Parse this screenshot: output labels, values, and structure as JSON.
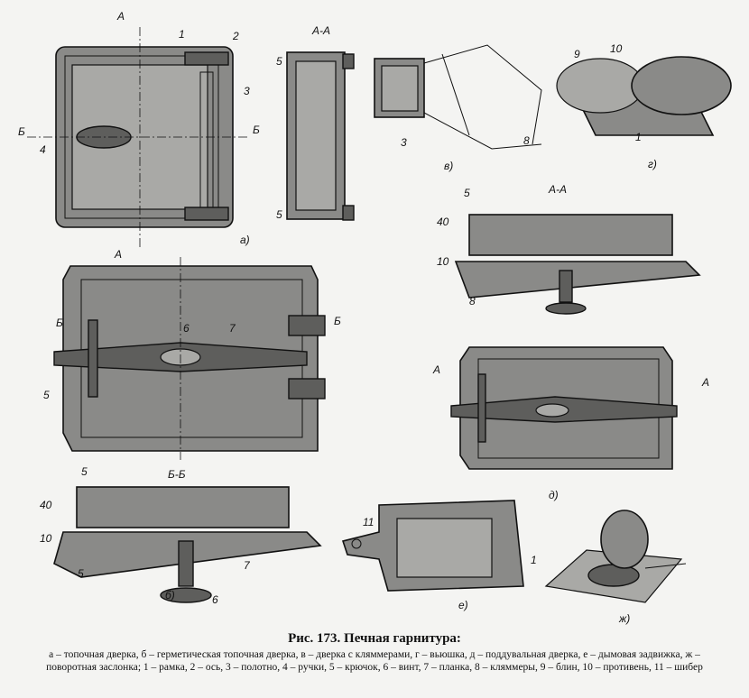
{
  "figure": {
    "views": {
      "a": "а)",
      "b": "б)",
      "v": "в)",
      "g": "г)",
      "d": "д)",
      "e": "е)",
      "zh": "ж)"
    },
    "sections": {
      "aa_top": "А-А",
      "aa_right": "А-А",
      "bb": "Б-Б"
    },
    "cut_marks": {
      "A": "А",
      "B": "Б"
    },
    "numbers": {
      "n1": "1",
      "n2": "2",
      "n3": "3",
      "n4": "4",
      "n5": "5",
      "n6": "6",
      "n7": "7",
      "n8": "8",
      "n9": "9",
      "n10": "10",
      "n11": "11"
    },
    "dims": {
      "d5": "5",
      "d40": "40",
      "d10": "10",
      "d8": "8"
    }
  },
  "caption": {
    "title": "Рис. 173. Печная гарнитура:",
    "legend": "а – топочная дверка, б – герметическая топочная дверка, в – дверка с кляммерами, г – вьюшка, д – поддувальная дверка, е – дымовая задвижка, ж – поворотная заслонка; 1 – рамка, 2 – ось, 3 – полотно, 4 – ручки, 5 – крючок, 6 – винт, 7 – планка, 8 – кляммеры, 9 – блин, 10 – противень, 11 – шибер"
  }
}
